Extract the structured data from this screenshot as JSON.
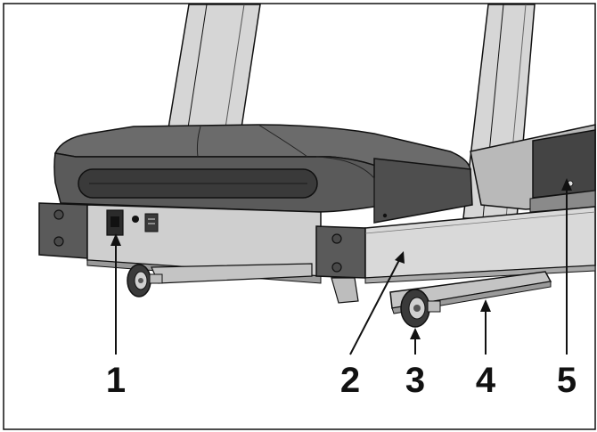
{
  "figure": {
    "callouts": [
      {
        "number": "1",
        "part": "power-inlet-and-switch"
      },
      {
        "number": "2",
        "part": "side-frame-rail"
      },
      {
        "number": "3",
        "part": "rear-wheel"
      },
      {
        "number": "4",
        "part": "lower-base-frame"
      },
      {
        "number": "5",
        "part": "belt-deck"
      }
    ],
    "colors": {
      "outline": "#111111",
      "motor_hood": "#5a5a5a",
      "hood_top": "#6b6b6b",
      "dark_panel": "#3a3a3a",
      "frame_light": "#d9d9d9",
      "frame_mid": "#c4c4c4",
      "frame_shadow": "#9a9a9a",
      "upright": "#d6d6d6",
      "belt": "#444444"
    }
  }
}
